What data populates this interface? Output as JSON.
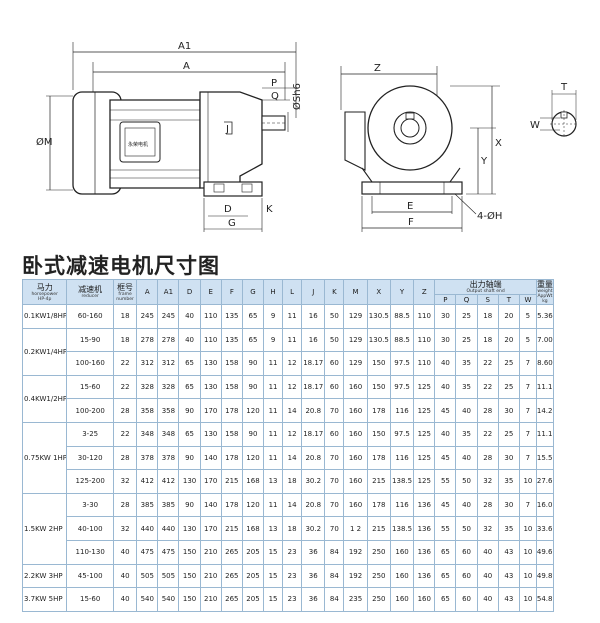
{
  "title": "卧式减速电机尺寸图",
  "drawing_labels": {
    "a1": "A1",
    "a": "A",
    "p": "P",
    "q": "Q",
    "s": "ØSh6",
    "m": "ØM",
    "j": "J",
    "d": "D",
    "k": "K",
    "g": "G",
    "z": "Z",
    "y": "Y",
    "x": "X",
    "e": "E",
    "f": "F",
    "h": "4-ØH",
    "t": "T",
    "w": "W",
    "motor_plate": "永荣电机"
  },
  "table": {
    "header": {
      "hp": {
        "main": "马力",
        "sub1": "horsepower",
        "sub2": "HP-4p"
      },
      "ratio": {
        "main": "减速机",
        "sub1": "reducer"
      },
      "frame": {
        "main": "框号",
        "sub1": "frame",
        "sub2": "number"
      },
      "dims": [
        "A",
        "A1",
        "D",
        "E",
        "F",
        "G",
        "H",
        "L",
        "J",
        "K",
        "M",
        "X",
        "Y",
        "Z"
      ],
      "shaft": {
        "main": "出力轴端",
        "sub": "Output shaft end",
        "cols": [
          "P",
          "Q",
          "S",
          "T",
          "W"
        ]
      },
      "weight": {
        "main": "重量",
        "sub1": "weight",
        "sub2": "AppWt",
        "sub3": "kg"
      }
    },
    "groups": [
      {
        "hp": "0.1KW1/8HP",
        "rows": [
          [
            "60-160",
            "18",
            "245",
            "245",
            "40",
            "110",
            "135",
            "65",
            "9",
            "11",
            "16",
            "50",
            "129",
            "130.5",
            "88.5",
            "110",
            "30",
            "25",
            "18",
            "20",
            "5",
            "5.36"
          ]
        ]
      },
      {
        "hp": "0.2KW1/4HP",
        "rows": [
          [
            "15-90",
            "18",
            "278",
            "278",
            "40",
            "110",
            "135",
            "65",
            "9",
            "11",
            "16",
            "50",
            "129",
            "130.5",
            "88.5",
            "110",
            "30",
            "25",
            "18",
            "20",
            "5",
            "7.00"
          ],
          [
            "100-160",
            "22",
            "312",
            "312",
            "65",
            "130",
            "158",
            "90",
            "11",
            "12",
            "18.17",
            "60",
            "129",
            "150",
            "97.5",
            "110",
            "40",
            "35",
            "22",
            "25",
            "7",
            "8.60"
          ]
        ]
      },
      {
        "hp": "0.4KW1/2HP",
        "rows": [
          [
            "15-60",
            "22",
            "328",
            "328",
            "65",
            "130",
            "158",
            "90",
            "11",
            "12",
            "18.17",
            "60",
            "160",
            "150",
            "97.5",
            "125",
            "40",
            "35",
            "22",
            "25",
            "7",
            "11.10"
          ],
          [
            "100-200",
            "28",
            "358",
            "358",
            "90",
            "170",
            "178",
            "120",
            "11",
            "14",
            "20.8",
            "70",
            "160",
            "178",
            "116",
            "125",
            "45",
            "40",
            "28",
            "30",
            "7",
            "14.20"
          ]
        ]
      },
      {
        "hp": "0.75KW 1HP",
        "rows": [
          [
            "3-25",
            "22",
            "348",
            "348",
            "65",
            "130",
            "158",
            "90",
            "11",
            "12",
            "18.17",
            "60",
            "160",
            "150",
            "97.5",
            "125",
            "40",
            "35",
            "22",
            "25",
            "7",
            "11.10"
          ],
          [
            "30-120",
            "28",
            "378",
            "378",
            "90",
            "140",
            "178",
            "120",
            "11",
            "14",
            "20.8",
            "70",
            "160",
            "178",
            "116",
            "125",
            "45",
            "40",
            "28",
            "30",
            "7",
            "15.50"
          ],
          [
            "125-200",
            "32",
            "412",
            "412",
            "130",
            "170",
            "215",
            "168",
            "13",
            "18",
            "30.2",
            "70",
            "160",
            "215",
            "138.5",
            "125",
            "55",
            "50",
            "32",
            "35",
            "10",
            "27.60"
          ]
        ]
      },
      {
        "hp": "1.5KW 2HP",
        "rows": [
          [
            "3-30",
            "28",
            "385",
            "385",
            "90",
            "140",
            "178",
            "120",
            "11",
            "14",
            "20.8",
            "70",
            "160",
            "178",
            "116",
            "136",
            "45",
            "40",
            "28",
            "30",
            "7",
            "16.00"
          ],
          [
            "40-100",
            "32",
            "440",
            "440",
            "130",
            "170",
            "215",
            "168",
            "13",
            "18",
            "30.2",
            "70",
            "1 2",
            "215",
            "138.5",
            "136",
            "55",
            "50",
            "32",
            "35",
            "10",
            "33.60"
          ],
          [
            "110-130",
            "40",
            "475",
            "475",
            "150",
            "210",
            "265",
            "205",
            "15",
            "23",
            "36",
            "84",
            "192",
            "250",
            "160",
            "136",
            "65",
            "60",
            "40",
            "43",
            "10",
            "49.60"
          ]
        ]
      },
      {
        "hp": "2.2KW 3HP",
        "rows": [
          [
            "45-100",
            "40",
            "505",
            "505",
            "150",
            "210",
            "265",
            "205",
            "15",
            "23",
            "36",
            "84",
            "192",
            "250",
            "160",
            "136",
            "65",
            "60",
            "40",
            "43",
            "10",
            "49.80"
          ]
        ]
      },
      {
        "hp": "3.7KW 5HP",
        "rows": [
          [
            "15-60",
            "40",
            "540",
            "540",
            "150",
            "210",
            "265",
            "205",
            "15",
            "23",
            "36",
            "84",
            "235",
            "250",
            "160",
            "160",
            "65",
            "60",
            "40",
            "43",
            "10",
            "54.80"
          ]
        ]
      }
    ]
  }
}
